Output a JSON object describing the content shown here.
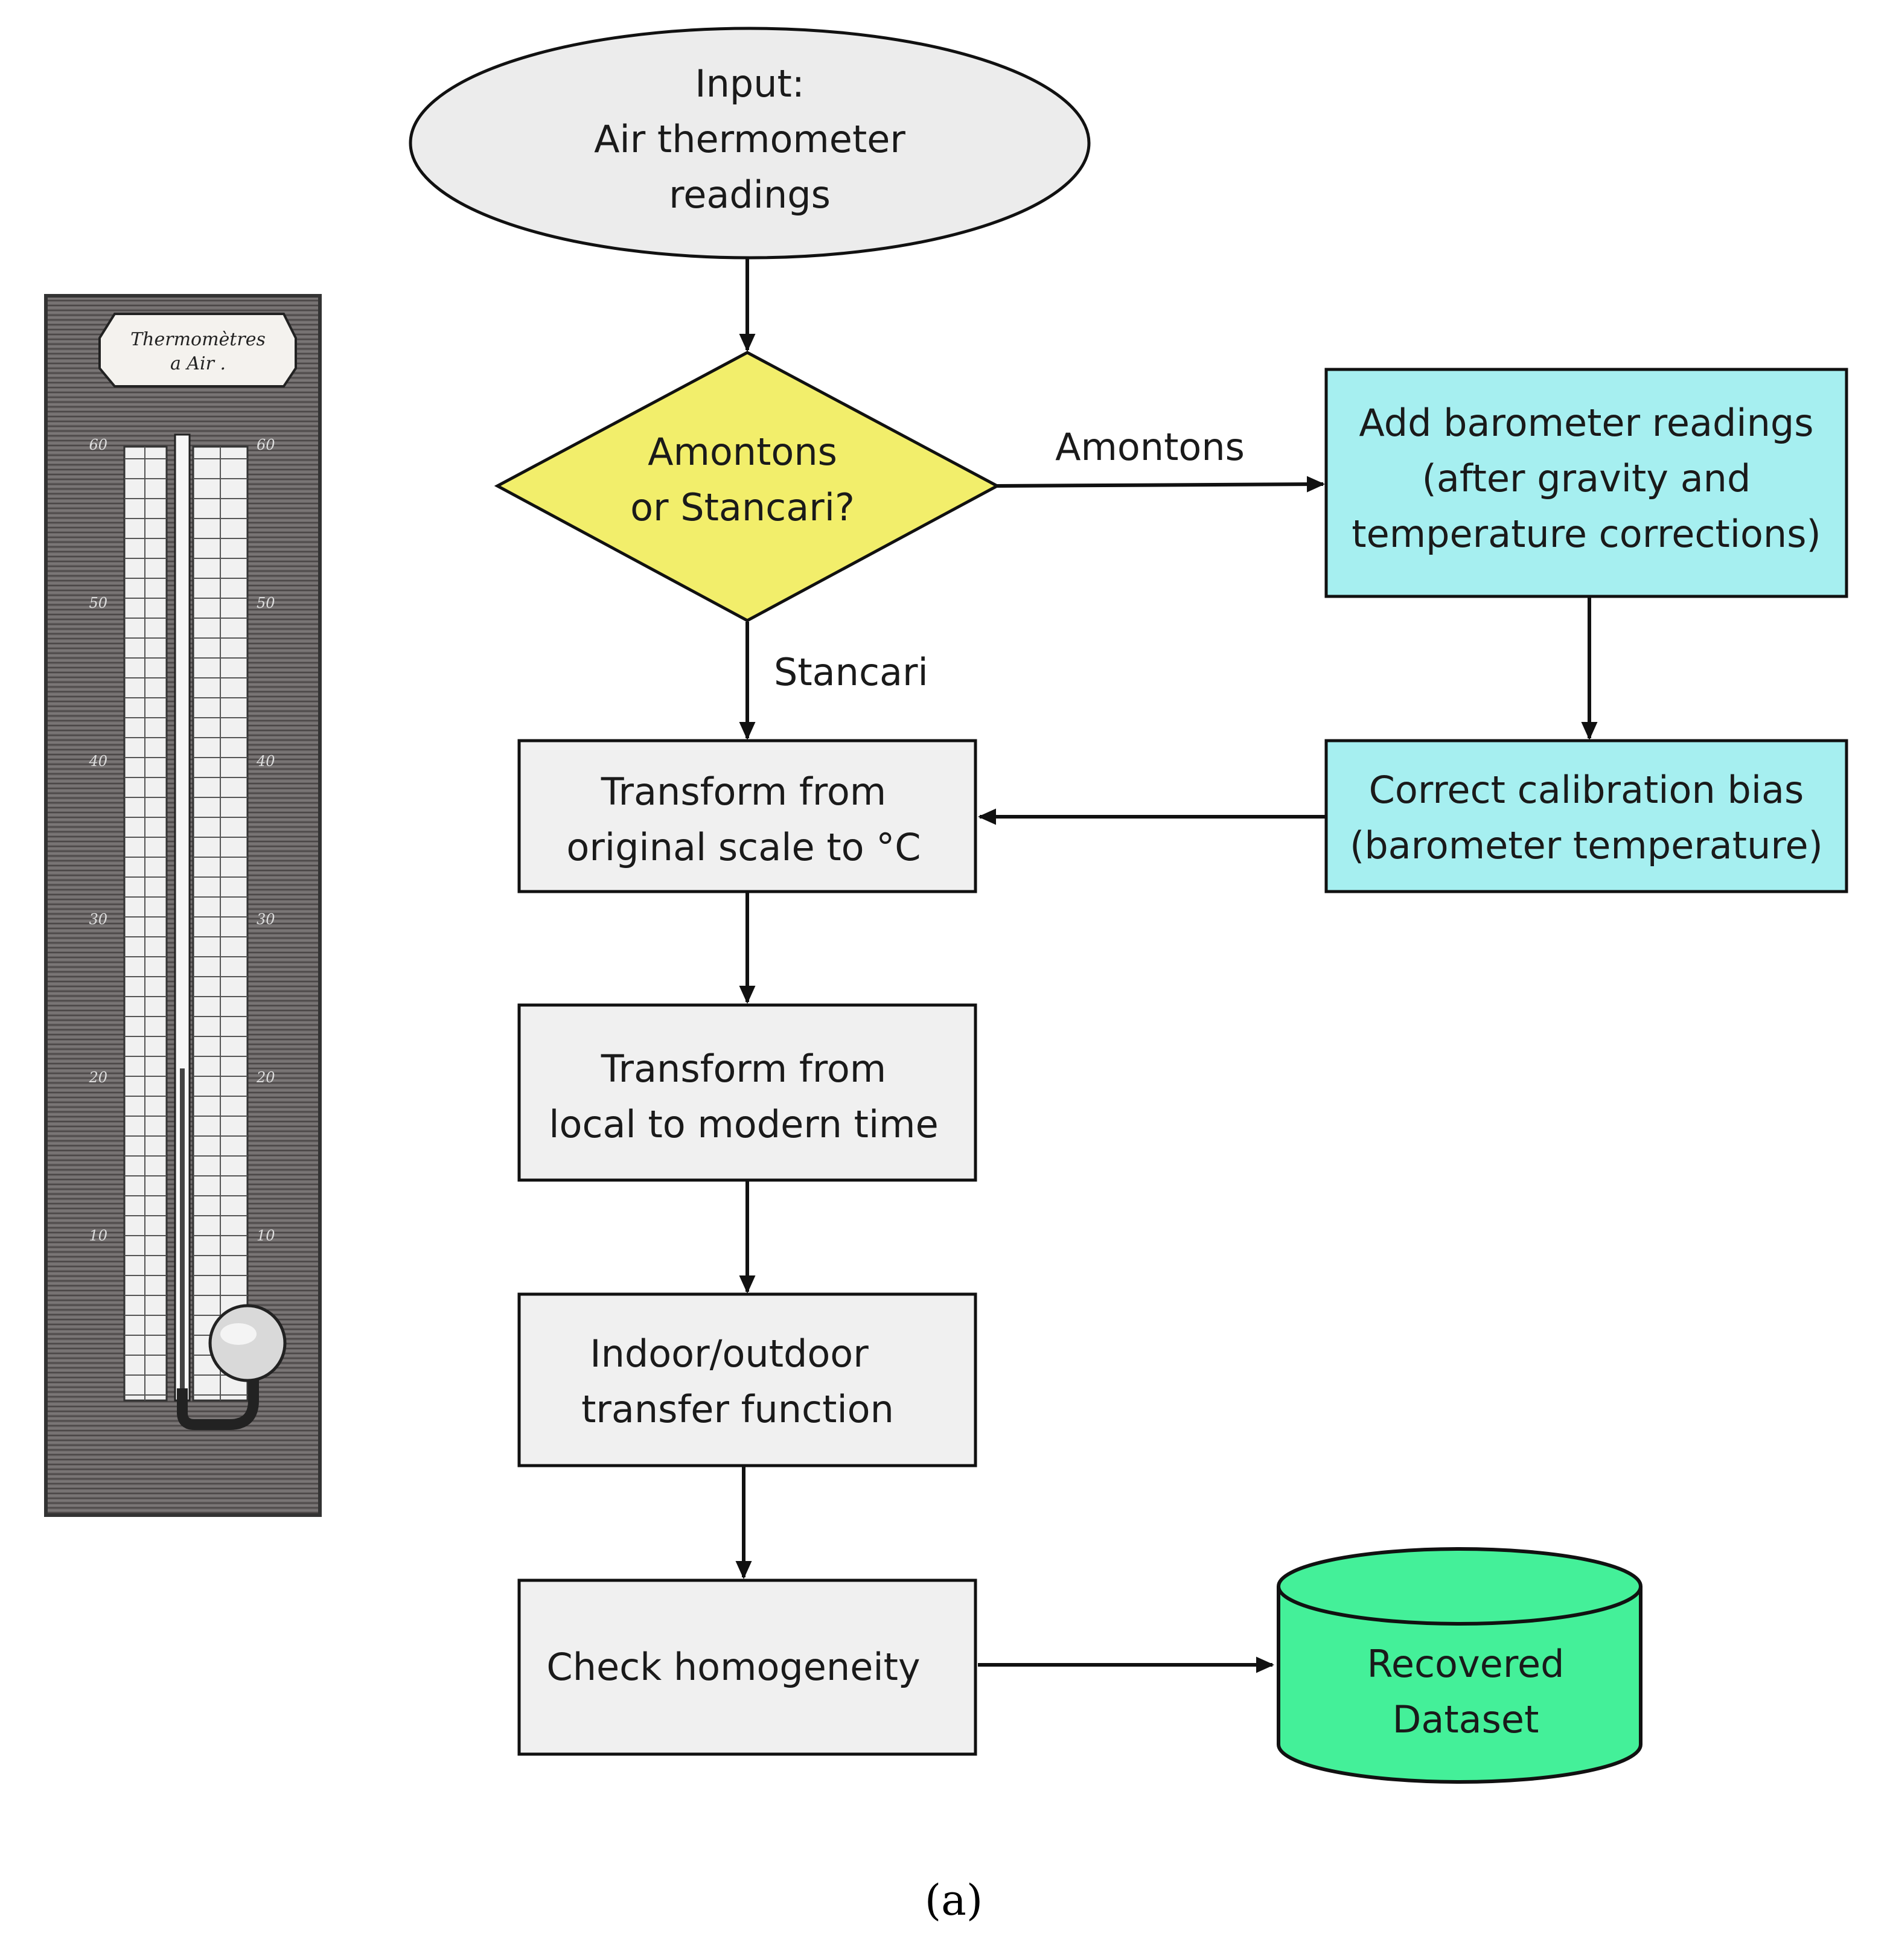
{
  "nodes": {
    "input": {
      "lines": [
        "Input:",
        "Air thermometer",
        "readings"
      ],
      "fill": "#ececec"
    },
    "decision": {
      "lines": [
        "Amontons",
        "or Stancari?"
      ],
      "fill": "#f2ee6b"
    },
    "barometer": {
      "lines": [
        "Add barometer readings",
        "(after gravity and",
        "temperature corrections)"
      ],
      "fill": "#a6eff0"
    },
    "calibration": {
      "lines": [
        "Correct calibration bias",
        "(barometer temperature)"
      ],
      "fill": "#a6eff0"
    },
    "scale": {
      "lines": [
        "Transform from",
        "original scale to °C"
      ],
      "fill": "#f0f0f0"
    },
    "time": {
      "lines": [
        "Transform from",
        "local to modern time"
      ],
      "fill": "#f0f0f0"
    },
    "transfer": {
      "lines": [
        "Indoor/outdoor",
        "transfer function"
      ],
      "fill": "#f0f0f0"
    },
    "homogeneity": {
      "lines": [
        "Check homogeneity"
      ],
      "fill": "#f0f0f0"
    },
    "dataset": {
      "lines": [
        "Recovered",
        "Dataset"
      ],
      "fill": "#44f099"
    }
  },
  "edges": {
    "amontons_label": "Amontons",
    "stancari_label": "Stancari"
  },
  "thermometer": {
    "label_lines": [
      "Thermomètres",
      "a Air ."
    ],
    "ticks": [
      "60",
      "50",
      "40",
      "30",
      "20",
      "10"
    ]
  },
  "caption": "(a)"
}
